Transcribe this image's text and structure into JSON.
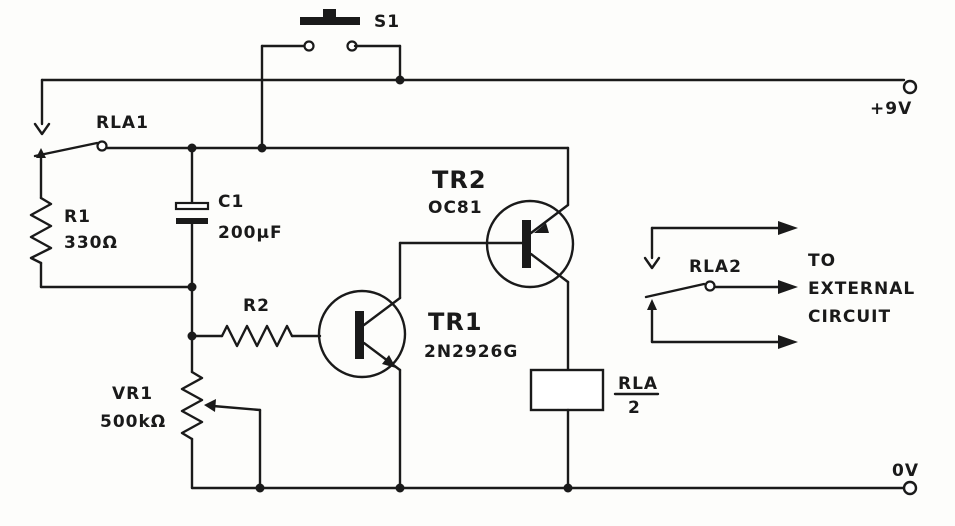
{
  "labels": {
    "s1": "S1",
    "plus9v": "+9V",
    "zero_v": "0V",
    "rla1": "RLA1",
    "r1_name": "R1",
    "r1_value": "330Ω",
    "c1_name": "C1",
    "c1_value": "200µF",
    "r2_name": "R2",
    "vr1_name": "VR1",
    "vr1_value": "500kΩ",
    "tr1_name": "TR1",
    "tr1_type": "2N2926G",
    "tr2_name": "TR2",
    "tr2_type": "OC81",
    "rla_coil_top": "RLA",
    "rla_coil_bottom": "2",
    "rla2": "RLA2",
    "ext_line1": "TO",
    "ext_line2": "EXTERNAL",
    "ext_line3": "CIRCUIT"
  },
  "colors": {
    "ink": "#1a1a1a",
    "paper": "#fdfdfb"
  }
}
